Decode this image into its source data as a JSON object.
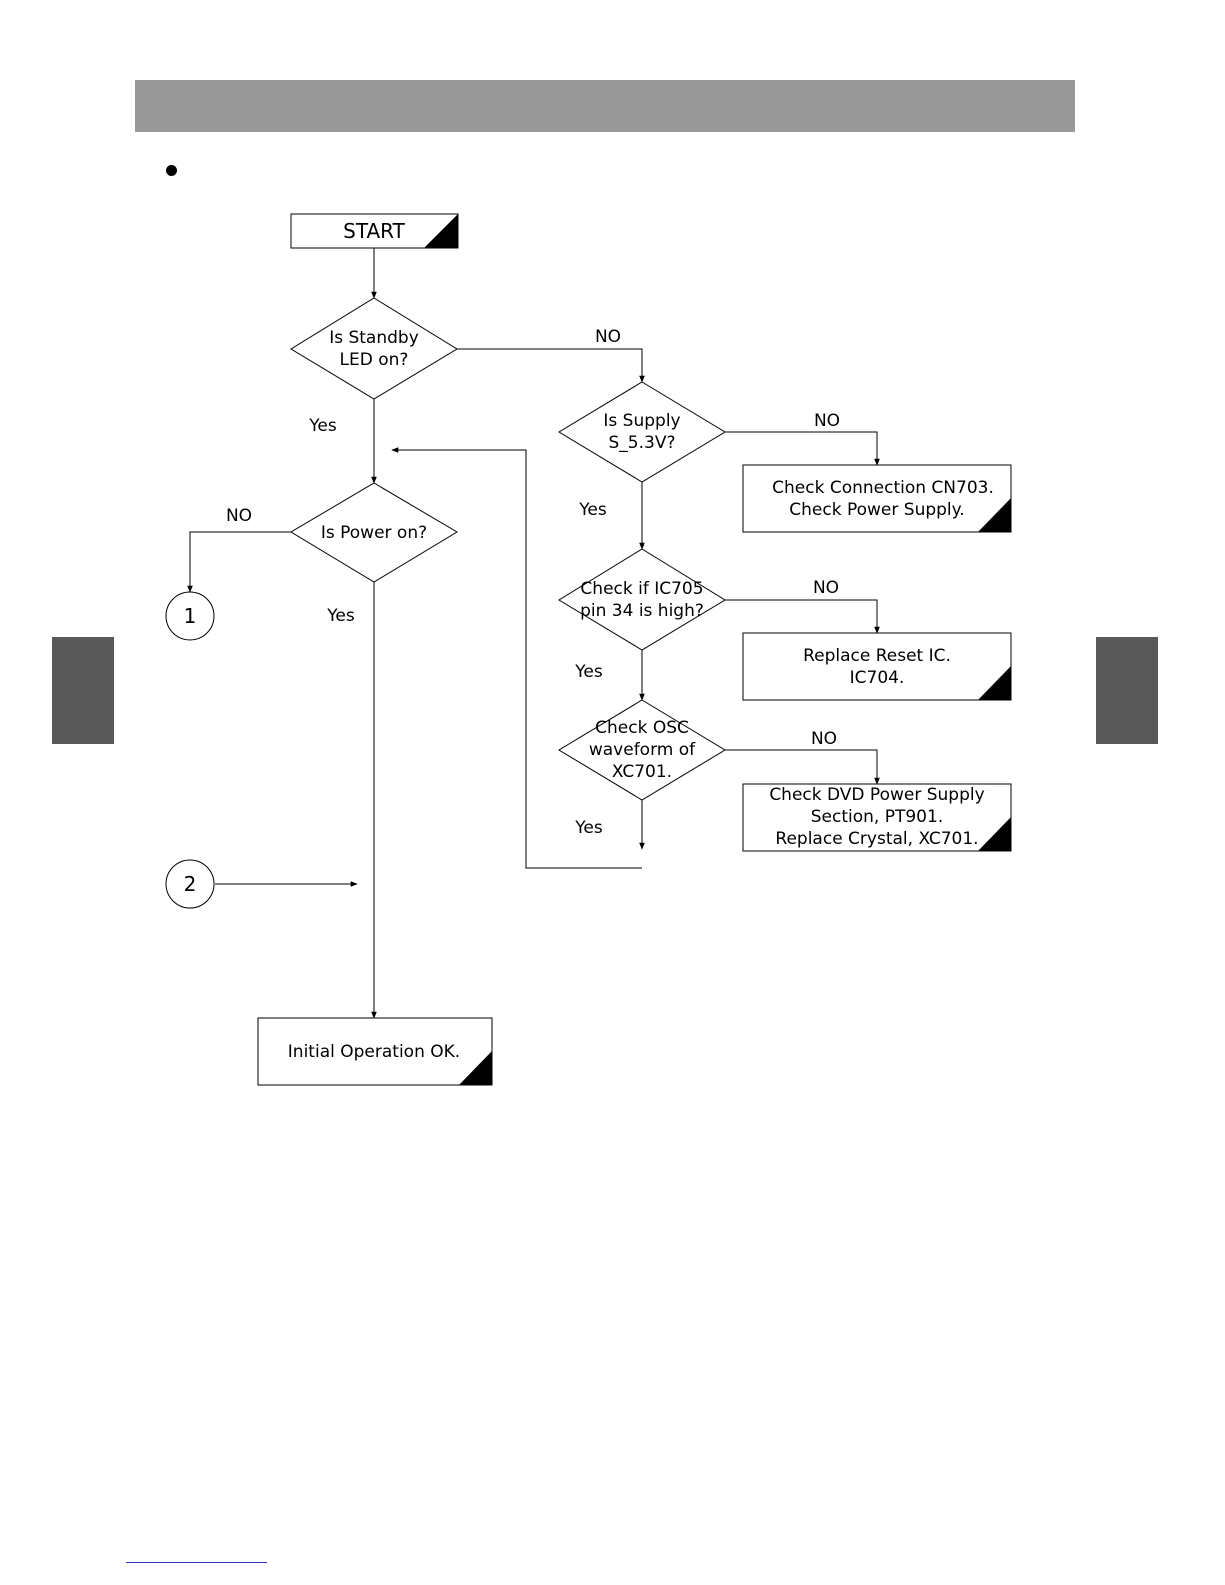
{
  "nodes": {
    "start": {
      "label": "START"
    },
    "standby": {
      "lines": [
        "Is Standby",
        "LED on?"
      ]
    },
    "supply": {
      "lines": [
        "Is Supply",
        "S_5.3V?"
      ]
    },
    "check_connection": {
      "lines": [
        "Check Connection CN703.",
        "Check Power Supply."
      ]
    },
    "power": {
      "lines": [
        "Is Power on?"
      ]
    },
    "ic705": {
      "lines": [
        "Check if IC705",
        "pin 34 is high?"
      ]
    },
    "reset_ic": {
      "lines": [
        "Replace Reset IC.",
        "IC704."
      ]
    },
    "osc": {
      "lines": [
        "Check OSC",
        "waveform of",
        "XC701."
      ]
    },
    "dvd_power": {
      "lines": [
        "Check DVD Power Supply",
        "Section, PT901.",
        "Replace Crystal, XC701."
      ]
    },
    "initial_ok": {
      "lines": [
        "Initial Operation OK."
      ]
    }
  },
  "connectors": {
    "c1": "1",
    "c2": "2"
  },
  "edge_labels": {
    "standby_no": "NO",
    "standby_yes": "Yes",
    "supply_no": "NO",
    "supply_yes": "Yes",
    "power_no": "NO",
    "power_yes": "Yes",
    "ic705_no": "NO",
    "ic705_yes": "Yes",
    "osc_no": "NO",
    "osc_yes": "Yes"
  }
}
